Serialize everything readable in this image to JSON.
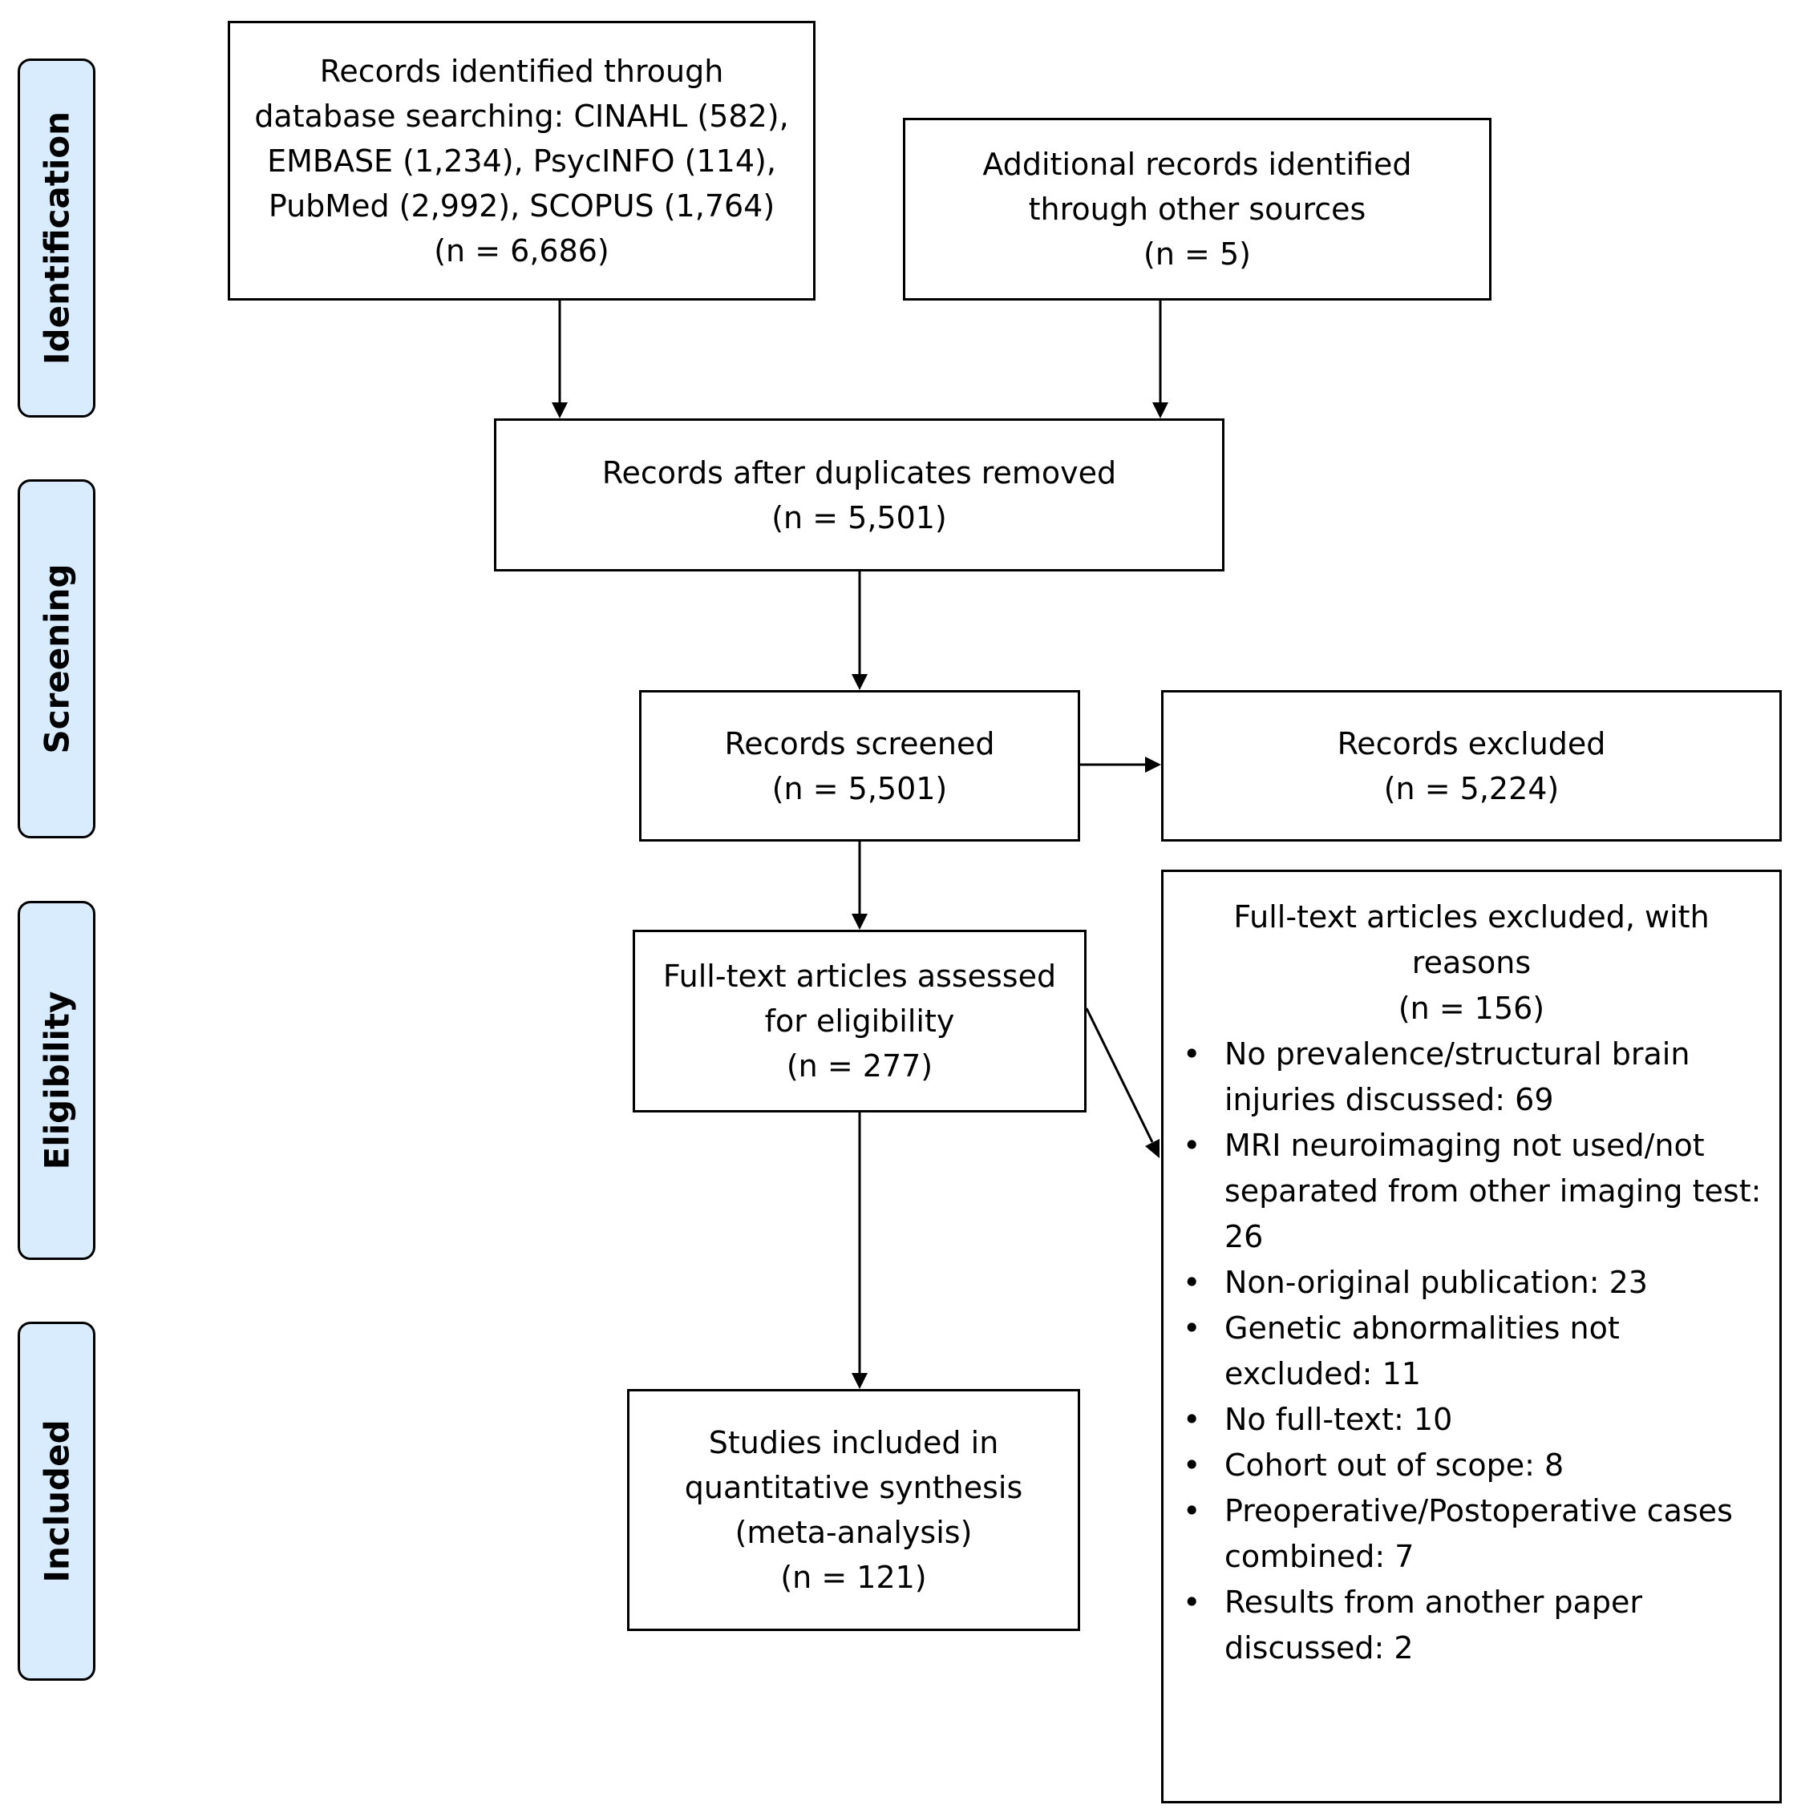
{
  "stages": [
    "Identification",
    "Screening",
    "Eligibility",
    "Included"
  ],
  "boxes": {
    "db_search": [
      "Records identified through",
      "database searching: CINAHL (582),",
      "EMBASE (1,234), PsycINFO (114),",
      "PubMed (2,992), SCOPUS (1,764)",
      "(n = 6,686)"
    ],
    "other_sources": [
      "Additional records identified",
      "through other sources",
      "(n = 5)"
    ],
    "after_duplicates": [
      "Records after duplicates removed",
      "(n = 5,501)"
    ],
    "screened": [
      "Records screened",
      "(n = 5,501)"
    ],
    "excluded": [
      "Records excluded",
      "(n = 5,224)"
    ],
    "fulltext": [
      "Full-text articles assessed",
      "for eligibility",
      "(n = 277)"
    ],
    "included": [
      "Studies included in",
      "quantitative synthesis",
      "(meta-analysis)",
      "(n = 121)"
    ],
    "fulltext_excluded": {
      "heading": [
        "Full-text articles excluded, with",
        "reasons",
        "(n = 156)"
      ],
      "reasons": [
        "No prevalence/structural brain injuries discussed: 69",
        "MRI neuroimaging not used/not separated from other imaging test: 26",
        "Non-original publication: 23",
        "Genetic abnormalities not excluded: 11",
        "No full-text: 10",
        "Cohort out of scope: 8",
        "Preoperative/Postoperative cases combined: 7",
        "Results from another paper discussed: 2"
      ]
    }
  }
}
